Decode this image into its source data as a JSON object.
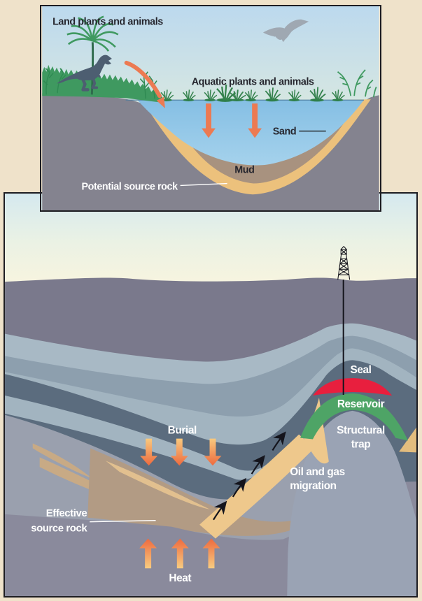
{
  "top": {
    "labels": {
      "land": "Land plants and animals",
      "aquatic": "Aquatic plants and animals",
      "sand": "Sand",
      "mud": "Mud",
      "source": "Potential source rock"
    }
  },
  "bottom": {
    "labels": {
      "burial": "Burial",
      "seal": "Seal",
      "reservoir": "Reservoir",
      "trap1": "Structural",
      "trap2": "trap",
      "mig1": "Oil and gas",
      "mig2": "migration",
      "eff1": "Effective",
      "eff2": "source rock",
      "heat": "Heat"
    }
  },
  "colors": {
    "background": "#efe2ca",
    "panel_border": "#1d1d22",
    "sky_top": "#bcd9ee",
    "sky_horizon": "#f5f0d9",
    "water": "#8cc2e5",
    "sand": "#ecc17c",
    "mud": "#a8927f",
    "rock_gray": "#84838f",
    "vegetation_green": "#3f9960",
    "dinosaur": "#4d5e71",
    "arrow_salmon": "#ec7a52",
    "surface_dark": "#7a798c",
    "band_light": "#a8b9c5",
    "band_medium": "#8d9fae",
    "seal_dark": "#5b6c7e",
    "deep_light_gray": "#9aa0ae",
    "source_brown": "#b29b84",
    "migration_sand": "#eec88c",
    "reservoir_green": "#4ea466",
    "trap_red": "#e81f3e",
    "dome_gray": "#9aa3b4",
    "base_gray": "#8a8a9c",
    "heat_arrow_hot": "#ee6a3e",
    "heat_arrow_cool": "#f8cc80",
    "label_white": "#ffffff",
    "label_dark": "#26262e"
  }
}
